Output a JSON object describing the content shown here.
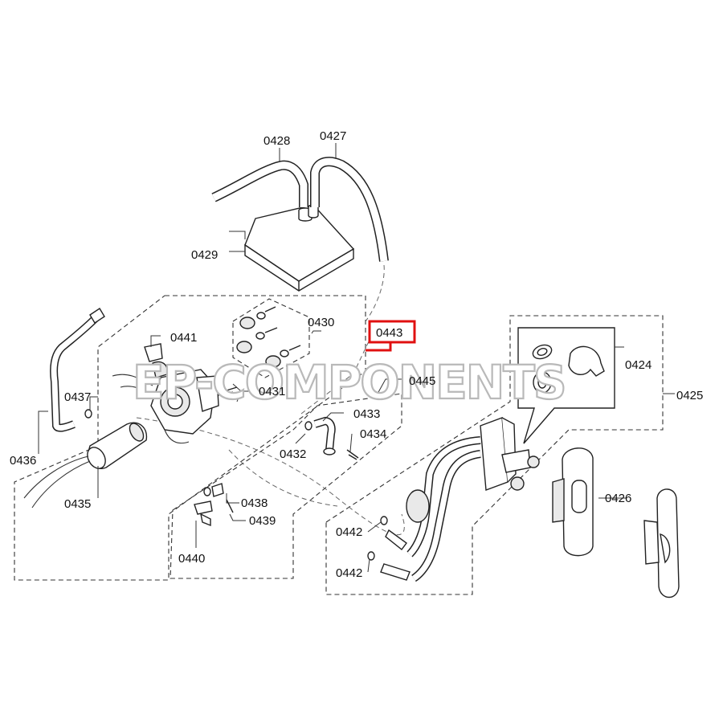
{
  "labels": {
    "p0428": "0428",
    "p0427": "0427",
    "p0429": "0429",
    "p0430": "0430",
    "p0441": "0441",
    "p0443": "0443",
    "p0424": "0424",
    "p0425": "0425",
    "p0437": "0437",
    "p0445": "0445",
    "p0431": "0431",
    "p0433": "0433",
    "p0434": "0434",
    "p0432": "0432",
    "p0436": "0436",
    "p0435": "0435",
    "p0438": "0438",
    "p0426": "0426",
    "p0439": "0439",
    "p0442a": "0442",
    "p0442b": "0442",
    "p0440": "0440"
  },
  "watermark": "EP-COMPONENTS",
  "highlight": {
    "part": "0443",
    "color": "#e01010"
  }
}
